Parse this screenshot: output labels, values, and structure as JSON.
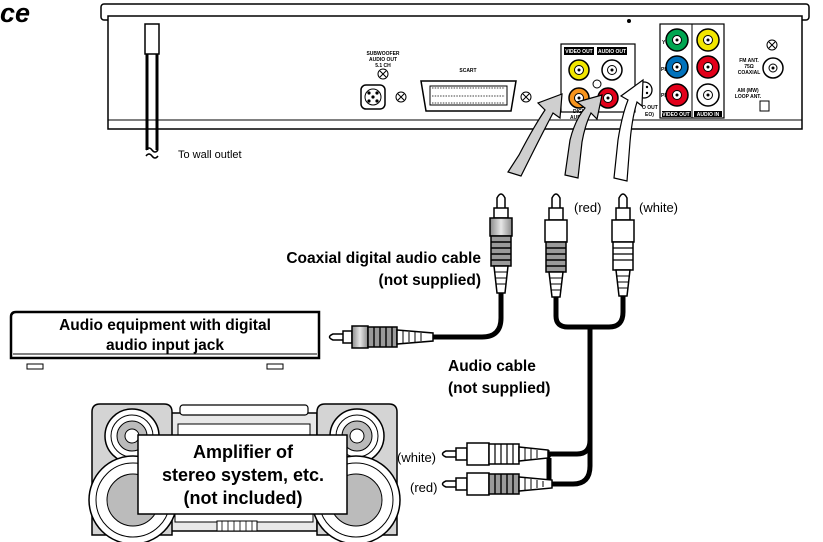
{
  "section_title_fragment": "ce",
  "player_panel": {
    "subwoofer_label": [
      "SUBWOOFER",
      "AUDIO OUT",
      "5.1 CH"
    ],
    "scart_label": "SCART",
    "video_out_label": "VIDEO OUT",
    "audio_out_label": "AUDIO OUT",
    "digital_label_fragment": [
      "DIGI",
      "AUDI"
    ],
    "svideo_label_fragment": [
      "O OUT",
      "EO)"
    ],
    "component_labels": [
      "Y",
      "PB",
      "PR"
    ],
    "component_group_label": "VIDEO OUT",
    "audio_in_label": "AUDIO IN",
    "fm_label": [
      "FM ANT.",
      "75Ω",
      "COAXIAL"
    ],
    "am_label": [
      "AM (MW)",
      "LOOP ANT."
    ]
  },
  "labels": {
    "wall_outlet": "To wall outlet",
    "red_top": "(red)",
    "white_top": "(white)",
    "coaxial_cable": [
      "Coaxial digital audio cable",
      "(not supplied)"
    ],
    "audio_equipment": [
      "Audio equipment with digital",
      "audio input jack"
    ],
    "audio_cable": [
      "Audio cable",
      "(not supplied)"
    ],
    "amplifier": [
      "Amplifier of",
      "stereo system, etc.",
      "(not included)"
    ],
    "white_bottom": "(white)",
    "red_bottom": "(red)"
  },
  "colors": {
    "yellow": "#f2e600",
    "green": "#00a651",
    "blue": "#0072bc",
    "red": "#e2001a",
    "orange": "#f7941d",
    "panel_gray": "#d9d9d9",
    "plug_gray": "#bdbdbd"
  }
}
